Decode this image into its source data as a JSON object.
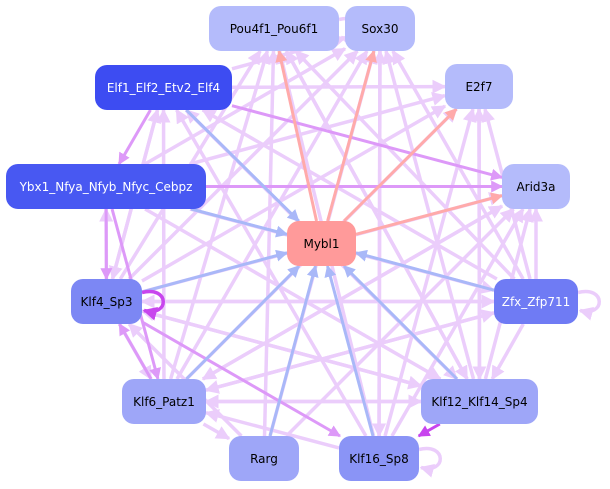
{
  "colors": {
    "edge_pink": "#ebcdfb",
    "edge_violet": "#dd99f8",
    "edge_magenta": "#c845ee",
    "edge_blue": "#a9b8f8",
    "edge_salmon": "#ffaaaa"
  },
  "nodes": [
    {
      "id": "pou",
      "label": "Pou4f1_Pou6f1",
      "fill": "#b4bbfb",
      "text": "#000000"
    },
    {
      "id": "sox",
      "label": "Sox30",
      "fill": "#b4bbfb",
      "text": "#000000"
    },
    {
      "id": "elf",
      "label": "Elf1_Elf2_Etv2_Elf4",
      "fill": "#3d4cf2",
      "text": "#ffffff"
    },
    {
      "id": "e2f",
      "label": "E2f7",
      "fill": "#b4bbfb",
      "text": "#000000"
    },
    {
      "id": "ybx",
      "label": "Ybx1_Nfya_Nfyb_Nfyc_Cebpz",
      "fill": "#4858f2",
      "text": "#ffffff"
    },
    {
      "id": "arid",
      "label": "Arid3a",
      "fill": "#b4bbfb",
      "text": "#000000"
    },
    {
      "id": "mybl",
      "label": "Mybl1",
      "fill": "#ff9a9a",
      "text": "#000000"
    },
    {
      "id": "klf4",
      "label": "Klf4_Sp3",
      "fill": "#7c87f4",
      "text": "#000000"
    },
    {
      "id": "zfx",
      "label": "Zfx_Zfp711",
      "fill": "#6f7bf4",
      "text": "#ffffff"
    },
    {
      "id": "klf6",
      "label": "Klf6_Patz1",
      "fill": "#9ea6f8",
      "text": "#000000"
    },
    {
      "id": "klf12",
      "label": "Klf12_Klf14_Sp4",
      "fill": "#9ea6f8",
      "text": "#000000"
    },
    {
      "id": "rarg",
      "label": "Rarg",
      "fill": "#9ea6f8",
      "text": "#000000"
    },
    {
      "id": "klf16",
      "label": "Klf16_Sp8",
      "fill": "#8a94f6",
      "text": "#000000"
    }
  ],
  "edges": [
    {
      "from": "mybl",
      "to": "pou",
      "color": "edge_salmon"
    },
    {
      "from": "mybl",
      "to": "sox",
      "color": "edge_salmon"
    },
    {
      "from": "mybl",
      "to": "e2f",
      "color": "edge_salmon"
    },
    {
      "from": "mybl",
      "to": "arid",
      "color": "edge_salmon"
    },
    {
      "from": "elf",
      "to": "mybl",
      "color": "edge_blue"
    },
    {
      "from": "ybx",
      "to": "mybl",
      "color": "edge_blue"
    },
    {
      "from": "klf4",
      "to": "mybl",
      "color": "edge_blue"
    },
    {
      "from": "zfx",
      "to": "mybl",
      "color": "edge_blue"
    },
    {
      "from": "klf6",
      "to": "mybl",
      "color": "edge_blue"
    },
    {
      "from": "rarg",
      "to": "mybl",
      "color": "edge_blue"
    },
    {
      "from": "klf16",
      "to": "mybl",
      "color": "edge_blue"
    },
    {
      "from": "klf12",
      "to": "mybl",
      "color": "edge_blue"
    },
    {
      "from": "elf",
      "to": "ybx",
      "color": "edge_violet"
    },
    {
      "from": "ybx",
      "to": "klf4",
      "color": "edge_violet"
    },
    {
      "from": "klf4",
      "to": "ybx",
      "color": "edge_pink"
    },
    {
      "from": "klf4",
      "to": "klf6",
      "color": "edge_pink"
    },
    {
      "from": "klf6",
      "to": "klf4",
      "color": "edge_violet"
    },
    {
      "from": "ybx",
      "to": "arid",
      "color": "edge_violet"
    },
    {
      "from": "ybx",
      "to": "klf6",
      "color": "edge_violet"
    },
    {
      "from": "klf4",
      "to": "klf16",
      "color": "edge_violet"
    },
    {
      "from": "klf12",
      "to": "klf16",
      "color": "edge_magenta"
    },
    {
      "from": "klf6",
      "to": "klf12",
      "color": "edge_pink"
    },
    {
      "from": "klf4",
      "to": "klf12",
      "color": "edge_pink"
    },
    {
      "from": "klf6",
      "to": "rarg",
      "color": "edge_pink"
    },
    {
      "from": "klf6",
      "to": "pou",
      "color": "edge_pink"
    },
    {
      "from": "klf6",
      "to": "sox",
      "color": "edge_pink"
    },
    {
      "from": "klf6",
      "to": "e2f",
      "color": "edge_pink"
    },
    {
      "from": "klf6",
      "to": "arid",
      "color": "edge_pink"
    },
    {
      "from": "klf6",
      "to": "zfx",
      "color": "edge_pink"
    },
    {
      "from": "klf6",
      "to": "elf",
      "color": "edge_pink"
    },
    {
      "from": "klf4",
      "to": "pou",
      "color": "edge_pink"
    },
    {
      "from": "klf4",
      "to": "sox",
      "color": "edge_pink"
    },
    {
      "from": "klf4",
      "to": "e2f",
      "color": "edge_pink"
    },
    {
      "from": "klf4",
      "to": "arid",
      "color": "edge_pink"
    },
    {
      "from": "klf4",
      "to": "zfx",
      "color": "edge_pink"
    },
    {
      "from": "klf4",
      "to": "elf",
      "color": "edge_pink"
    },
    {
      "from": "klf16",
      "to": "pou",
      "color": "edge_pink"
    },
    {
      "from": "klf16",
      "to": "sox",
      "color": "edge_pink"
    },
    {
      "from": "klf16",
      "to": "e2f",
      "color": "edge_pink"
    },
    {
      "from": "klf16",
      "to": "arid",
      "color": "edge_pink"
    },
    {
      "from": "klf16",
      "to": "elf",
      "color": "edge_pink"
    },
    {
      "from": "klf16",
      "to": "klf6",
      "color": "edge_pink"
    },
    {
      "from": "klf12",
      "to": "pou",
      "color": "edge_pink"
    },
    {
      "from": "klf12",
      "to": "sox",
      "color": "edge_pink"
    },
    {
      "from": "klf12",
      "to": "e2f",
      "color": "edge_pink"
    },
    {
      "from": "klf12",
      "to": "arid",
      "color": "edge_pink"
    },
    {
      "from": "klf12",
      "to": "elf",
      "color": "edge_pink"
    },
    {
      "from": "klf12",
      "to": "klf4",
      "color": "edge_pink"
    },
    {
      "from": "klf12",
      "to": "klf6",
      "color": "edge_pink"
    },
    {
      "from": "zfx",
      "to": "pou",
      "color": "edge_pink"
    },
    {
      "from": "zfx",
      "to": "sox",
      "color": "edge_pink"
    },
    {
      "from": "zfx",
      "to": "e2f",
      "color": "edge_pink"
    },
    {
      "from": "zfx",
      "to": "arid",
      "color": "edge_pink"
    },
    {
      "from": "zfx",
      "to": "elf",
      "color": "edge_pink"
    },
    {
      "from": "zfx",
      "to": "klf4",
      "color": "edge_pink"
    },
    {
      "from": "zfx",
      "to": "klf6",
      "color": "edge_pink"
    },
    {
      "from": "zfx",
      "to": "klf12",
      "color": "edge_pink"
    },
    {
      "from": "elf",
      "to": "arid",
      "color": "edge_violet"
    },
    {
      "from": "elf",
      "to": "sox",
      "color": "edge_pink"
    },
    {
      "from": "elf",
      "to": "e2f",
      "color": "edge_pink"
    },
    {
      "from": "elf",
      "to": "klf4",
      "color": "edge_pink"
    },
    {
      "from": "elf",
      "to": "klf12",
      "color": "edge_pink"
    },
    {
      "from": "ybx",
      "to": "e2f",
      "color": "edge_pink"
    },
    {
      "from": "ybx",
      "to": "sox",
      "color": "edge_pink"
    },
    {
      "from": "ybx",
      "to": "klf12",
      "color": "edge_pink"
    },
    {
      "from": "ybx",
      "to": "zfx",
      "color": "edge_pink"
    },
    {
      "from": "rarg",
      "to": "pou",
      "color": "edge_pink"
    },
    {
      "from": "rarg",
      "to": "sox",
      "color": "edge_pink"
    },
    {
      "from": "rarg",
      "to": "arid",
      "color": "edge_pink"
    },
    {
      "from": "rarg",
      "to": "klf4",
      "color": "edge_pink"
    },
    {
      "from": "sox",
      "to": "klf16",
      "color": "edge_pink"
    },
    {
      "from": "e2f",
      "to": "klf12",
      "color": "edge_pink"
    },
    {
      "from": "arid",
      "to": "klf6",
      "color": "edge_pink"
    },
    {
      "from": "pou",
      "to": "klf12",
      "color": "edge_pink"
    }
  ],
  "self_loops": [
    {
      "node": "pou",
      "color": "edge_pink"
    },
    {
      "node": "klf4",
      "color": "edge_magenta"
    },
    {
      "node": "zfx",
      "color": "edge_pink"
    },
    {
      "node": "klf16",
      "color": "edge_pink"
    }
  ]
}
